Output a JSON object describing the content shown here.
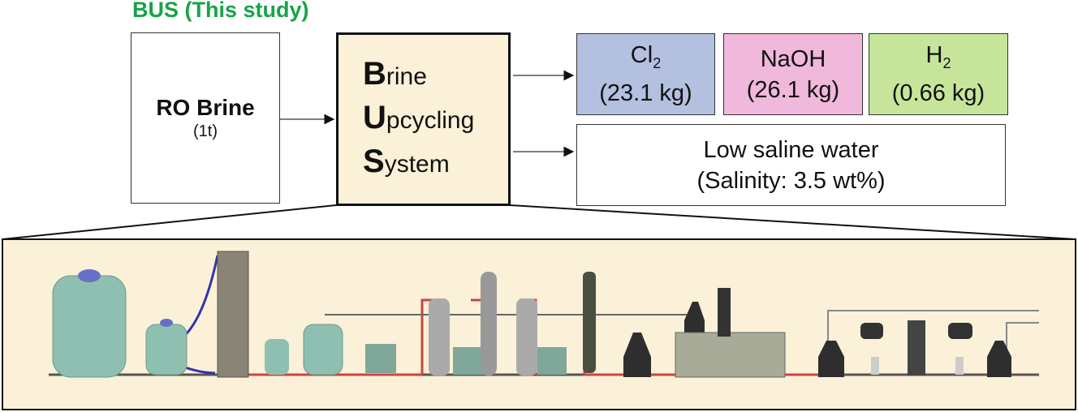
{
  "title": "BUS (This study)",
  "input": {
    "label": "RO Brine",
    "amount": "(1t)"
  },
  "system": {
    "lines": [
      {
        "cap": "B",
        "rest": "rine"
      },
      {
        "cap": "U",
        "rest": "pcycling"
      },
      {
        "cap": "S",
        "rest": "ystem"
      }
    ]
  },
  "outputs": {
    "cl2": {
      "name": "Cl",
      "sub": "2",
      "amount": "(23.1 kg)",
      "color": "#b4c0df"
    },
    "naoh": {
      "name": "NaOH",
      "amount": "(26.1 kg)",
      "color": "#f0b8da"
    },
    "h2": {
      "name": "H",
      "sub": "2",
      "amount": "(0.66 kg)",
      "color": "#c6e59a"
    },
    "water": {
      "name": "Low saline water",
      "detail": "(Salinity: 3.5 wt%)"
    }
  },
  "colors": {
    "title": "#17a34a",
    "panel": "#fbf1d8"
  }
}
